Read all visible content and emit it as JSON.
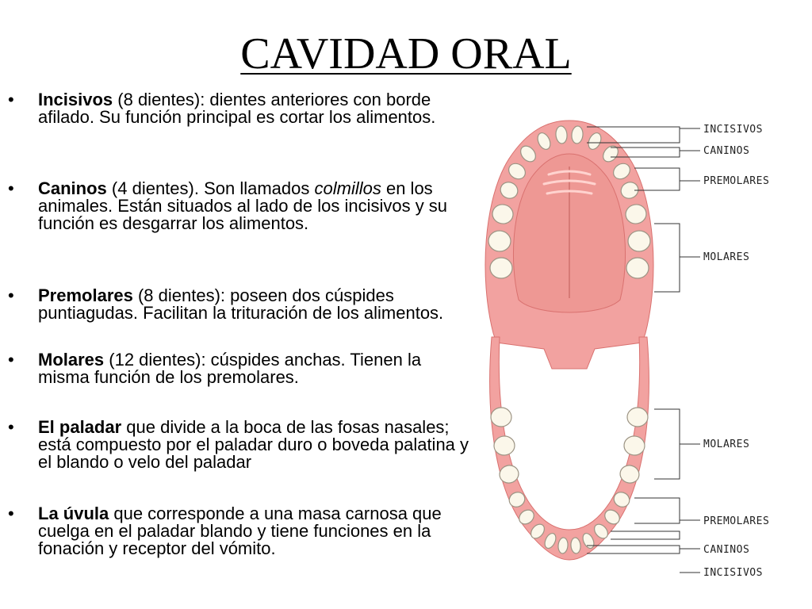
{
  "title": "CAVIDAD ORAL",
  "bullet_char": "•",
  "bullets": [
    {
      "term": "Incisivos",
      "text": " (8 dientes): dientes anteriores con borde afilado. Su función principal es cortar los alimentos."
    },
    {
      "term": "Caninos",
      "text": " (4 dientes). Son llamados ",
      "italic": "colmillos",
      "text2": " en los animales. Están situados al lado de los incisivos y su función es desgarrar los alimentos."
    },
    {
      "term": "Premolares",
      "text": " (8 dientes): poseen dos cúspides puntiagudas. Facilitan la trituración de los alimentos."
    },
    {
      "term": "Molares",
      "text": " (12 dientes): cúspides anchas. Tienen la misma función de los premolares."
    },
    {
      "term": "El paladar",
      "text": " que divide a la boca de las fosas nasales; está compuesto por el paladar duro o boveda palatina y el blando o velo del paladar"
    },
    {
      "term": "La úvula",
      "text": " que corresponde a una masa carnosa que cuelga en el paladar blando y tiene funciones en la fonación y receptor del vómito."
    }
  ],
  "diagram": {
    "upper_labels": {
      "incisivos": "INCISIVOS",
      "caninos": "CANINOS",
      "premolares": "PREMOLARES",
      "molares": "MOLARES"
    },
    "lower_labels": {
      "molares": "MOLARES",
      "premolares": "PREMOLARES",
      "caninos": "CANINOS",
      "incisivos": "INCISIVOS"
    },
    "colors": {
      "gum": "#f2a2a0",
      "gum_dark": "#d9716f",
      "palate": "#ee9894",
      "tooth": "#fbf7ea",
      "tooth_edge": "#9c9484",
      "bracket": "#333333"
    }
  }
}
